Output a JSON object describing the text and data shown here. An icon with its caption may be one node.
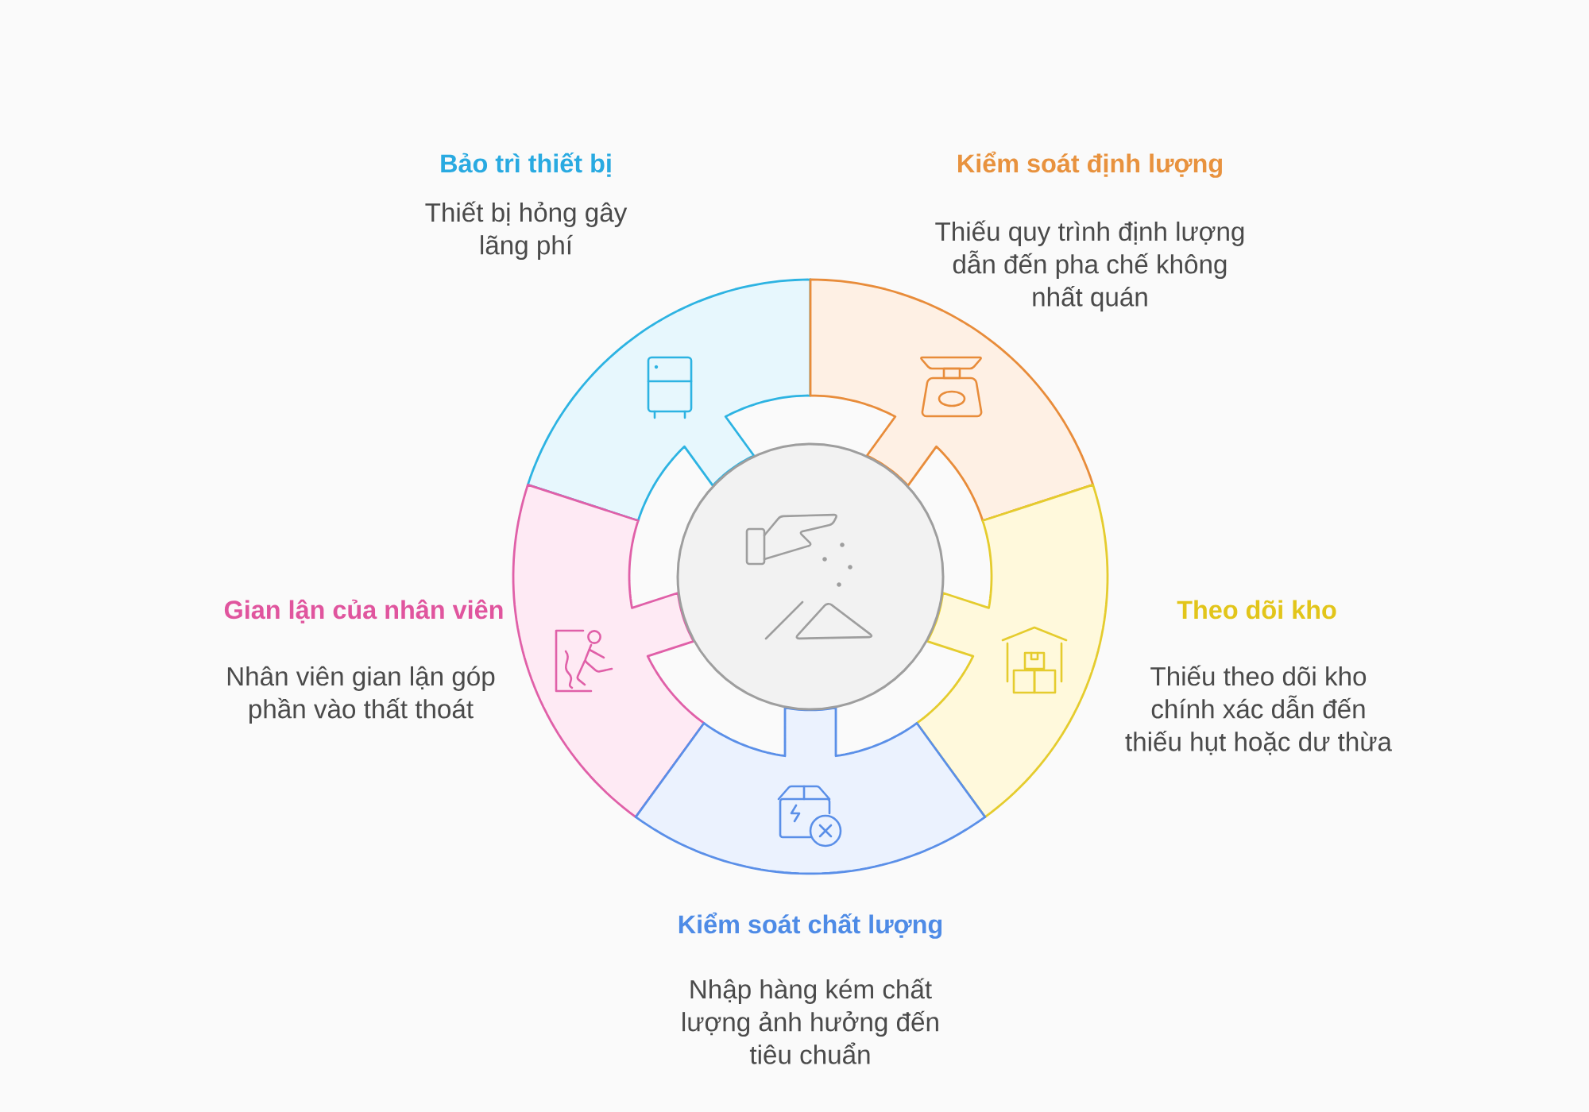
{
  "diagram": {
    "nodes": [
      {
        "text": [
          "Bảo trì thiết bị",
          "Thiết bị hỏng gây lãng phí"
        ]
      },
      {
        "text": [
          "Kiểm soát định lượng",
          "Thiếu quy trình định lượng dẫn đến pha chế không nhất quán"
        ]
      },
      {
        "text": [
          "Gian lận của nhân viên",
          "Nhân viên gian lận góp phần vào thất thoát"
        ]
      },
      {
        "text": [
          "Theo dõi kho",
          "Thiếu theo dõi kho chính xác dẫn đến thiếu hụt hoặc dư thừa"
        ]
      },
      {
        "text": [
          "Kiểm soát chất lượng",
          "Nhập hàng kém chất lượng ảnh hưởng đến tiêu chuẩn"
        ]
      },
      {
        "text": [],
        "shape": "circle"
      }
    ]
  }
}
